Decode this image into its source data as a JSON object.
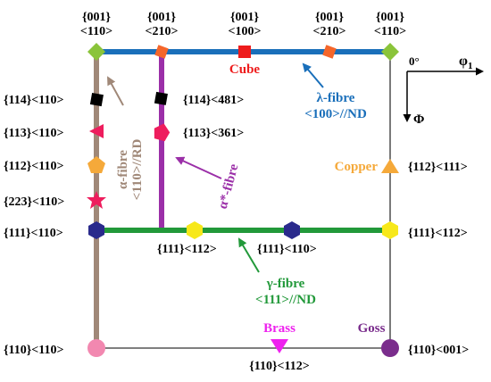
{
  "top_labels": [
    {
      "line1": "{001}",
      "line2": "<110>"
    },
    {
      "line1": "{001}",
      "line2": "<210>"
    },
    {
      "line1": "{001}",
      "line2": "<100>"
    },
    {
      "line1": "{001}",
      "line2": "<210>"
    },
    {
      "line1": "{001}",
      "line2": "<110>"
    }
  ],
  "left_labels": [
    "{114}<110>",
    "{113}<110>",
    "{112}<110>",
    "{223}<110>",
    "{111}<110>",
    "{110}<110>"
  ],
  "alpha_star_labels": [
    "{114}<481>",
    "{113}<361>"
  ],
  "gamma_labels": [
    "{111}<112>",
    "{111}<110>"
  ],
  "right_labels": [
    "{112}<111>",
    "{111}<112>",
    "{110}<001>"
  ],
  "bottom_label": "{110}<112>",
  "component_names": {
    "cube": "Cube",
    "copper": "Copper",
    "brass": "Brass",
    "goss": "Goss"
  },
  "fibres": {
    "lambda": {
      "line1": "λ-fibre",
      "line2": "<100>//ND"
    },
    "alpha": {
      "line1": "α-fibre",
      "line2": "<110>//RD"
    },
    "alpha_star": "α*-fibre",
    "gamma": {
      "line1": "γ-fibre",
      "line2": "<111>//ND"
    }
  },
  "axes": {
    "origin": "0°",
    "phi1": "φ",
    "phi1_sub": "1",
    "Phi": "Φ"
  },
  "colors": {
    "lambda": "#1a6fba",
    "alpha": "#a08878",
    "alpha_star": "#9b2fa8",
    "gamma": "#22993a",
    "cube": "#ee1c1c",
    "copper": "#f5a93a",
    "brass": "#ee22ee",
    "goss": "#7a2d8c",
    "orange": "#f5662a",
    "green_diamond": "#8ac43a",
    "navy": "#2a2a8c",
    "yellow": "#f7e81a",
    "pink_red": "#ee1d5d",
    "pink_circle": "#f288b0",
    "black": "#000000"
  }
}
